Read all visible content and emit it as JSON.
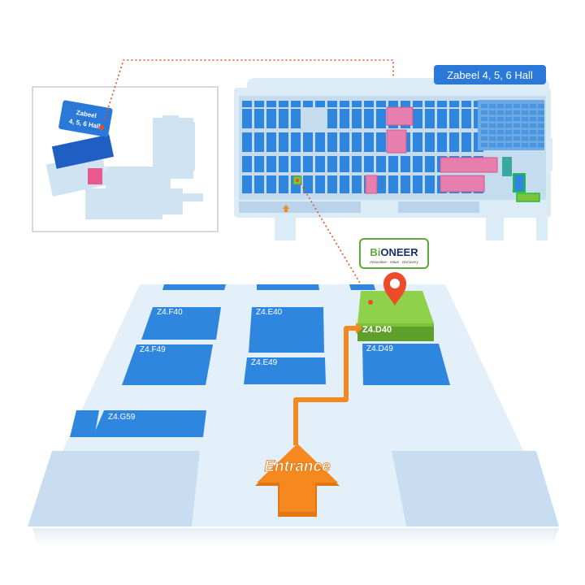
{
  "hall": {
    "name": "Zabeel 4, 5, 6 Hall",
    "overview_label_lines": [
      "Zabeel",
      "4, 5, 6 Hall"
    ]
  },
  "exhibitor": {
    "name": "BiONEER",
    "name_prefix": "Bi",
    "name_suffix": "ONEER",
    "tagline": "Innovative · Value · Discovery",
    "booth": "Z4.D40"
  },
  "booths": {
    "f40": "Z4.F40",
    "f49": "Z4.F49",
    "e40": "Z4.E40",
    "e49": "Z4.E49",
    "d49": "Z4.D49",
    "g59": "Z4.G59",
    "g_partial": "0"
  },
  "entrance_label": "Entrance",
  "colors": {
    "booth_blue": "#2f86de",
    "highlight_green": "#7cc23d",
    "route_orange": "#f5891f",
    "marker_red": "#ee4b2b",
    "floor": "#e6f2fa",
    "overview_highlight_pink": "#e85a8c",
    "tag_blue": "#2a78d8"
  },
  "icons": {
    "marker": "map-pin-icon",
    "entrance": "arrow-up-icon"
  }
}
